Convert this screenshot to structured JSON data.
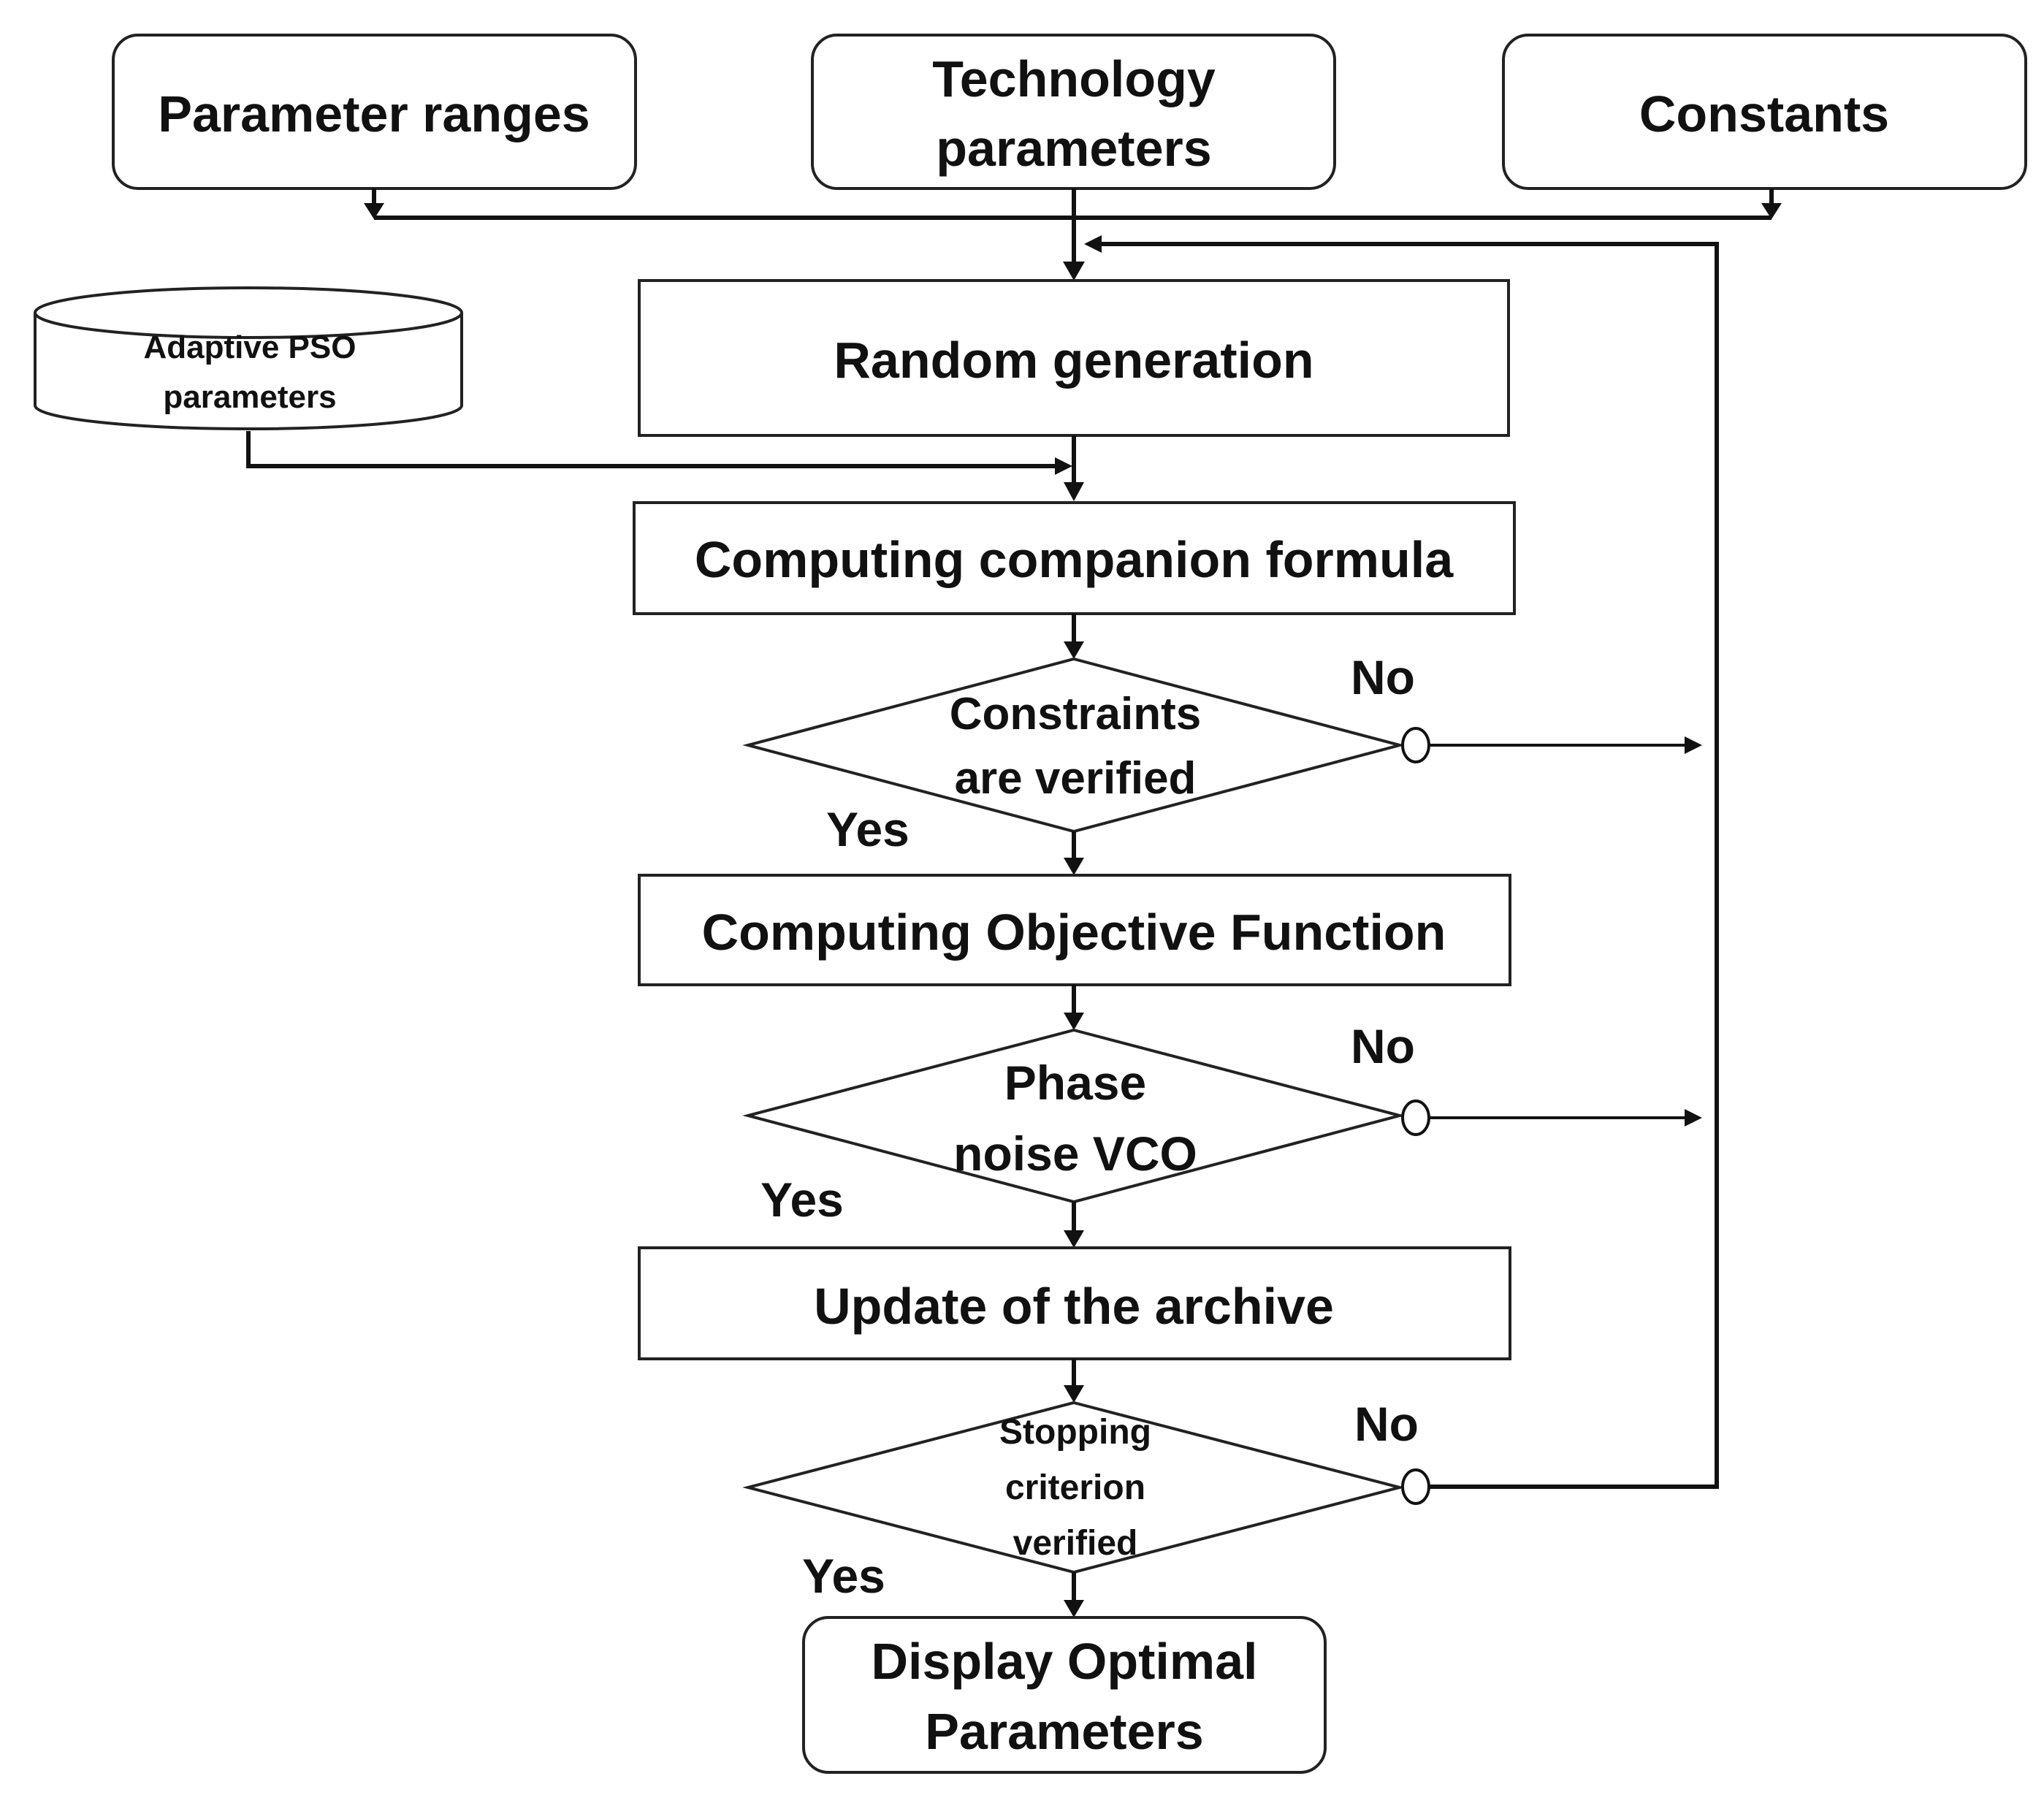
{
  "inputs": {
    "parameter_ranges": "Parameter ranges",
    "technology_parameters": [
      "Technology",
      "parameters"
    ],
    "constants": "Constants",
    "adaptive_pso_parameters": [
      "Adaptive PSO",
      "parameters"
    ]
  },
  "steps": {
    "random_generation": "Random generation",
    "companion_formula": "Computing companion formula",
    "constraints_check": [
      "Constraints",
      "are verified"
    ],
    "objective_function": "Computing Objective Function",
    "phase_noise_check": [
      "Phase",
      "noise VCO"
    ],
    "update_archive": "Update of the archive",
    "stopping_check": [
      "Stopping",
      "criterion",
      "verified"
    ],
    "display_optimal": [
      "Display Optimal",
      "Parameters"
    ]
  },
  "branches": {
    "constraints_no": "No",
    "constraints_yes": "Yes",
    "phase_no": "No",
    "phase_yes": "Yes",
    "stopping_no": "No",
    "stopping_yes": "Yes"
  }
}
